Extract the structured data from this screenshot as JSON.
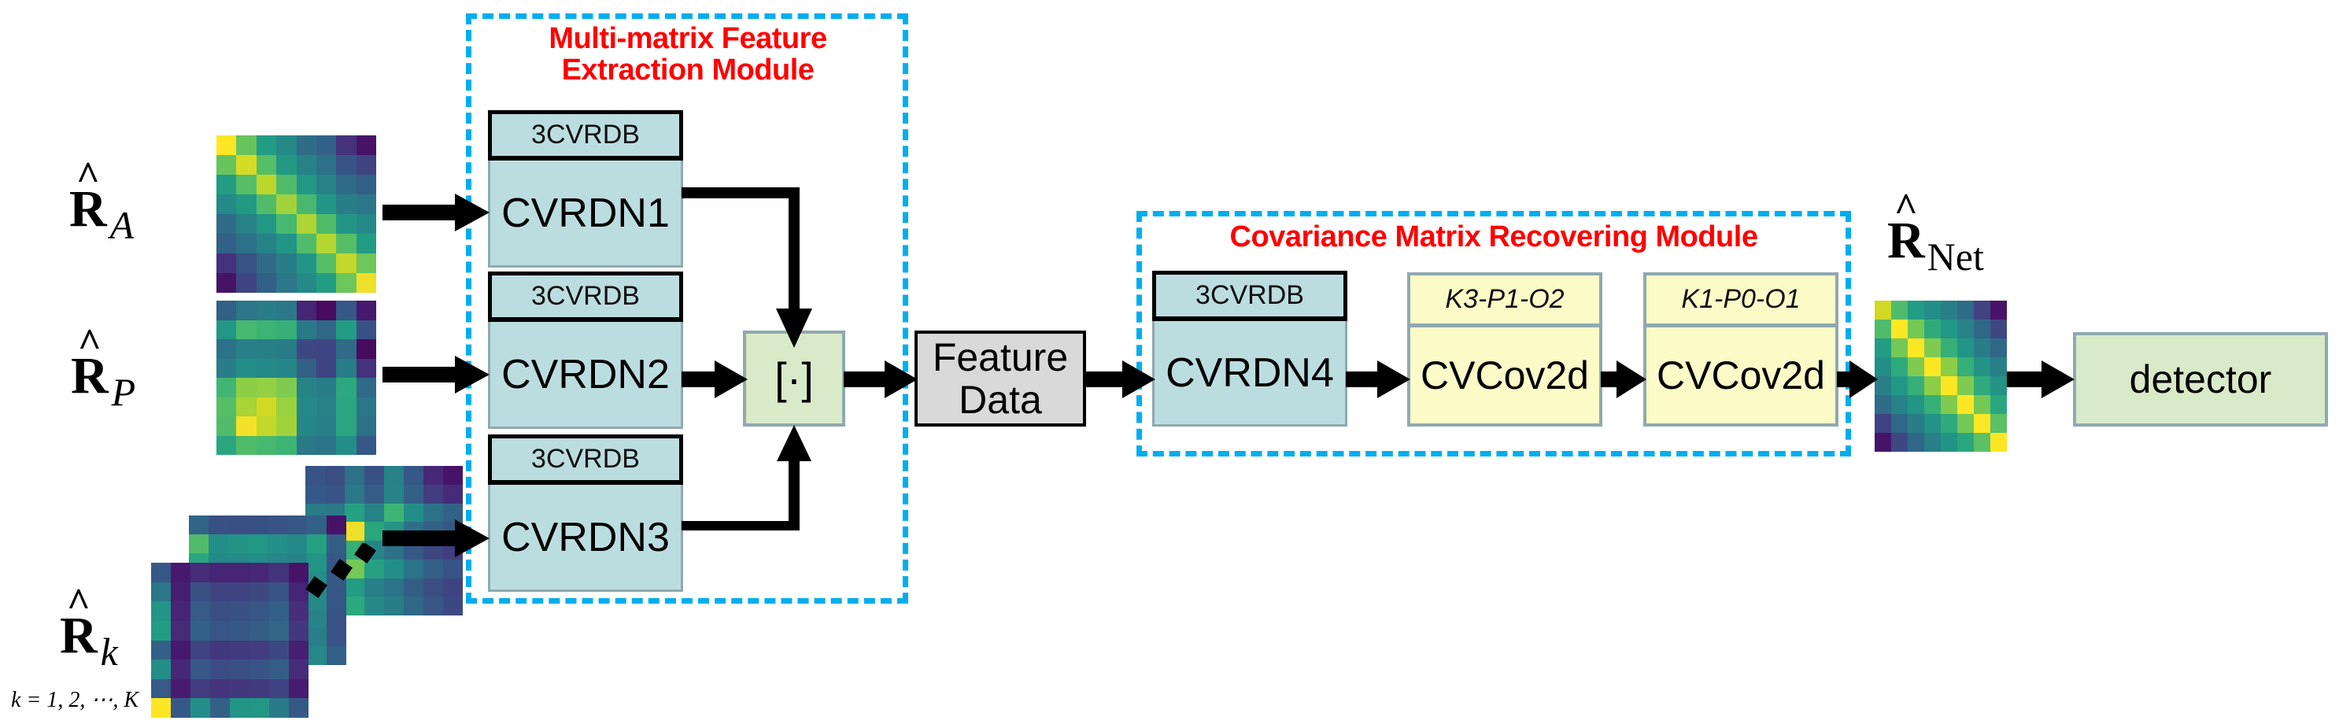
{
  "diagram": {
    "title": "Multi-matrix covariance network architecture",
    "colors": {
      "module_dash": "#00AEEF",
      "module_title": "#FF0000",
      "cvrdn_fill": "#BCDDE0",
      "cvrdn_border": "#8FA9B0",
      "cvcov_fill": "#FBFBC8",
      "cvcov_border": "#8FA9B0",
      "feature_fill": "#D9D9D9",
      "green_fill": "#D9EAC8",
      "arrow": "#000000"
    }
  },
  "modules": {
    "feature_extraction": {
      "title": "Multi-matrix Feature\nExtraction Module"
    },
    "covariance_recovering": {
      "title": "Covariance Matrix Recovering Module"
    }
  },
  "inputs": [
    {
      "symbol": "R",
      "hat": "^",
      "subscript": "A",
      "subscript_style": "italic"
    },
    {
      "symbol": "R",
      "hat": "^",
      "subscript": "P",
      "subscript_style": "italic"
    },
    {
      "symbol": "R",
      "hat": "^",
      "subscript": "k",
      "subscript_style": "italic",
      "range": "k = 1, 2, ⋯, K"
    }
  ],
  "output": {
    "symbol": "R",
    "hat": "^",
    "subscript": "Net",
    "subscript_style": "upright"
  },
  "blocks": {
    "cvrdn": [
      {
        "id": "cvrdn1",
        "sub_label": "3CVRDB",
        "label": "CVRDN1"
      },
      {
        "id": "cvrdn2",
        "sub_label": "3CVRDB",
        "label": "CVRDN2"
      },
      {
        "id": "cvrdn3",
        "sub_label": "3CVRDB",
        "label": "CVRDN3"
      },
      {
        "id": "cvrdn4",
        "sub_label": "3CVRDB",
        "label": "CVRDN4"
      }
    ],
    "concat": {
      "label": "[·]"
    },
    "feature_data": {
      "label": "Feature\nData"
    },
    "cvcov2d": [
      {
        "id": "cvcov2d-1",
        "sub_label": "K3-P1-O2",
        "label": "CVCov2d"
      },
      {
        "id": "cvcov2d-2",
        "sub_label": "K1-P0-O1",
        "label": "CVCov2d"
      }
    ],
    "detector": {
      "label": "detector"
    }
  },
  "matrices": {
    "R_A": {
      "name": "R-hat-A",
      "rows": 8,
      "cols": 8,
      "colormap": "viridis",
      "values": [
        [
          1.0,
          0.76,
          0.58,
          0.5,
          0.38,
          0.33,
          0.16,
          0.06
        ],
        [
          0.76,
          0.93,
          0.73,
          0.57,
          0.47,
          0.4,
          0.28,
          0.22
        ],
        [
          0.58,
          0.73,
          0.89,
          0.72,
          0.56,
          0.47,
          0.37,
          0.33
        ],
        [
          0.5,
          0.57,
          0.72,
          0.85,
          0.7,
          0.55,
          0.45,
          0.42
        ],
        [
          0.38,
          0.47,
          0.56,
          0.7,
          0.87,
          0.72,
          0.55,
          0.5
        ],
        [
          0.33,
          0.4,
          0.47,
          0.55,
          0.72,
          0.88,
          0.73,
          0.58
        ],
        [
          0.16,
          0.28,
          0.37,
          0.45,
          0.55,
          0.73,
          0.9,
          0.77
        ],
        [
          0.06,
          0.22,
          0.33,
          0.42,
          0.5,
          0.58,
          0.77,
          0.97
        ]
      ]
    },
    "R_P": {
      "name": "R-hat-P",
      "rows": 8,
      "cols": 8,
      "colormap": "viridis",
      "values": [
        [
          0.33,
          0.42,
          0.45,
          0.43,
          0.12,
          0.03,
          0.3,
          0.08
        ],
        [
          0.56,
          0.7,
          0.68,
          0.66,
          0.44,
          0.36,
          0.58,
          0.27
        ],
        [
          0.4,
          0.46,
          0.46,
          0.45,
          0.24,
          0.23,
          0.37,
          0.03
        ],
        [
          0.45,
          0.52,
          0.5,
          0.49,
          0.33,
          0.22,
          0.45,
          0.16
        ],
        [
          0.69,
          0.82,
          0.83,
          0.8,
          0.48,
          0.45,
          0.63,
          0.37
        ],
        [
          0.73,
          0.86,
          0.92,
          0.84,
          0.5,
          0.47,
          0.62,
          0.42
        ],
        [
          0.72,
          0.98,
          0.9,
          0.85,
          0.49,
          0.46,
          0.62,
          0.4
        ],
        [
          0.62,
          0.72,
          0.7,
          0.68,
          0.43,
          0.41,
          0.52,
          0.3
        ]
      ]
    },
    "R_k": {
      "name": "R-hat-k-stack",
      "count": 3,
      "rows": 8,
      "cols": 8,
      "colormap": "viridis",
      "layers": [
        {
          "id": "back",
          "values": [
            [
              0.28,
              0.26,
              0.4,
              0.27,
              0.47,
              0.3,
              0.13,
              0.06
            ],
            [
              0.3,
              0.28,
              0.43,
              0.31,
              0.48,
              0.33,
              0.2,
              0.14
            ],
            [
              0.45,
              0.43,
              0.6,
              0.47,
              0.68,
              0.52,
              0.4,
              0.34
            ],
            [
              0.72,
              0.52,
              0.97,
              0.62,
              0.54,
              0.4,
              0.34,
              0.3
            ],
            [
              0.47,
              0.37,
              0.66,
              0.48,
              0.4,
              0.3,
              0.24,
              0.2
            ],
            [
              0.62,
              0.5,
              0.78,
              0.6,
              0.52,
              0.41,
              0.33,
              0.28
            ],
            [
              0.46,
              0.38,
              0.58,
              0.46,
              0.41,
              0.32,
              0.26,
              0.22
            ],
            [
              0.52,
              0.42,
              0.63,
              0.5,
              0.45,
              0.36,
              0.29,
              0.24
            ]
          ]
        },
        {
          "id": "middle",
          "values": [
            [
              0.35,
              0.27,
              0.26,
              0.27,
              0.28,
              0.3,
              0.33,
              0.06
            ],
            [
              0.72,
              0.52,
              0.54,
              0.56,
              0.53,
              0.5,
              0.6,
              0.32
            ],
            [
              0.62,
              0.5,
              0.5,
              0.52,
              0.49,
              0.48,
              0.55,
              0.3
            ],
            [
              0.58,
              0.48,
              0.47,
              0.49,
              0.46,
              0.45,
              0.52,
              0.3
            ],
            [
              0.56,
              0.46,
              0.45,
              0.47,
              0.45,
              0.44,
              0.5,
              0.29
            ],
            [
              0.52,
              0.44,
              0.43,
              0.45,
              0.43,
              0.42,
              0.48,
              0.28
            ],
            [
              0.5,
              0.42,
              0.41,
              0.43,
              0.42,
              0.4,
              0.46,
              0.28
            ],
            [
              0.74,
              0.46,
              0.44,
              0.46,
              0.44,
              0.42,
              0.5,
              0.33
            ]
          ]
        },
        {
          "id": "front",
          "values": [
            [
              0.3,
              0.08,
              0.14,
              0.12,
              0.12,
              0.13,
              0.17,
              0.06
            ],
            [
              0.42,
              0.1,
              0.27,
              0.22,
              0.22,
              0.24,
              0.28,
              0.12
            ],
            [
              0.55,
              0.12,
              0.31,
              0.26,
              0.27,
              0.29,
              0.33,
              0.15
            ],
            [
              0.58,
              0.14,
              0.34,
              0.29,
              0.3,
              0.32,
              0.36,
              0.18
            ],
            [
              0.33,
              0.08,
              0.22,
              0.18,
              0.19,
              0.2,
              0.24,
              0.1
            ],
            [
              0.52,
              0.13,
              0.3,
              0.25,
              0.26,
              0.28,
              0.32,
              0.14
            ],
            [
              0.31,
              0.09,
              0.2,
              0.17,
              0.18,
              0.19,
              0.22,
              0.09
            ],
            [
              1.0,
              0.3,
              0.52,
              0.33,
              0.55,
              0.56,
              0.44,
              0.3
            ]
          ]
        }
      ]
    },
    "R_Net": {
      "name": "R-hat-Net",
      "rows": 8,
      "cols": 8,
      "colormap": "viridis",
      "values": [
        [
          0.92,
          0.72,
          0.58,
          0.52,
          0.46,
          0.38,
          0.22,
          0.06
        ],
        [
          0.72,
          1.0,
          0.78,
          0.64,
          0.56,
          0.47,
          0.36,
          0.24
        ],
        [
          0.58,
          0.78,
          1.0,
          0.8,
          0.66,
          0.55,
          0.45,
          0.36
        ],
        [
          0.52,
          0.64,
          0.8,
          1.0,
          0.82,
          0.66,
          0.54,
          0.46
        ],
        [
          0.46,
          0.56,
          0.66,
          0.82,
          1.0,
          0.8,
          0.64,
          0.54
        ],
        [
          0.38,
          0.47,
          0.55,
          0.66,
          0.8,
          1.0,
          0.78,
          0.62
        ],
        [
          0.22,
          0.36,
          0.45,
          0.54,
          0.64,
          0.78,
          1.0,
          0.74
        ],
        [
          0.06,
          0.24,
          0.36,
          0.46,
          0.54,
          0.62,
          0.74,
          1.0
        ]
      ]
    }
  },
  "icons": {
    "arrow": "right-arrow-icon",
    "arrow_down": "down-arrow-icon",
    "arrow_up": "up-arrow-icon",
    "ellipsis": "diagonal-ellipsis-icon"
  }
}
